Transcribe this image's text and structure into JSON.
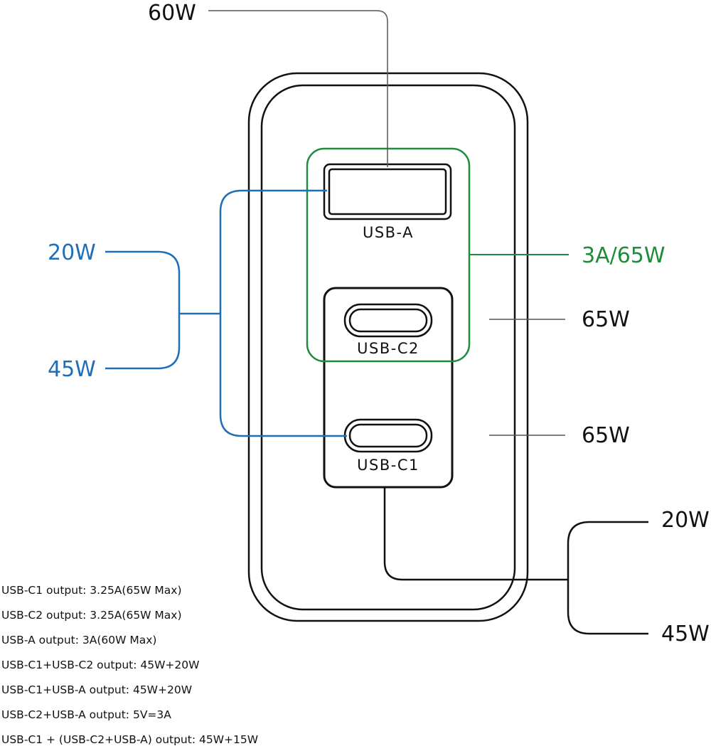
{
  "colors": {
    "black": "#111111",
    "blue": "#1f6fb8",
    "green": "#1e8c3a",
    "gray": "#555555"
  },
  "ports": {
    "usb_a": "USB-A",
    "usb_c2": "USB-C2",
    "usb_c1": "USB-C1"
  },
  "callouts": {
    "top": "60W",
    "blue_top": "20W",
    "blue_bottom": "45W",
    "green_right": "3A/65W",
    "c2_right": "65W",
    "c1_right": "65W",
    "black_top": "20W",
    "black_bottom": "45W"
  },
  "specs": [
    "USB-C1 output: 3.25A(65W Max)",
    "USB-C2 output: 3.25A(65W Max)",
    "USB-A output: 3A(60W Max)",
    "USB-C1+USB-C2 output: 45W+20W",
    "USB-C1+USB-A output: 45W+20W",
    "USB-C2+USB-A output: 5V=3A",
    "USB-C1 + (USB-C2+USB-A) output: 45W+15W"
  ]
}
